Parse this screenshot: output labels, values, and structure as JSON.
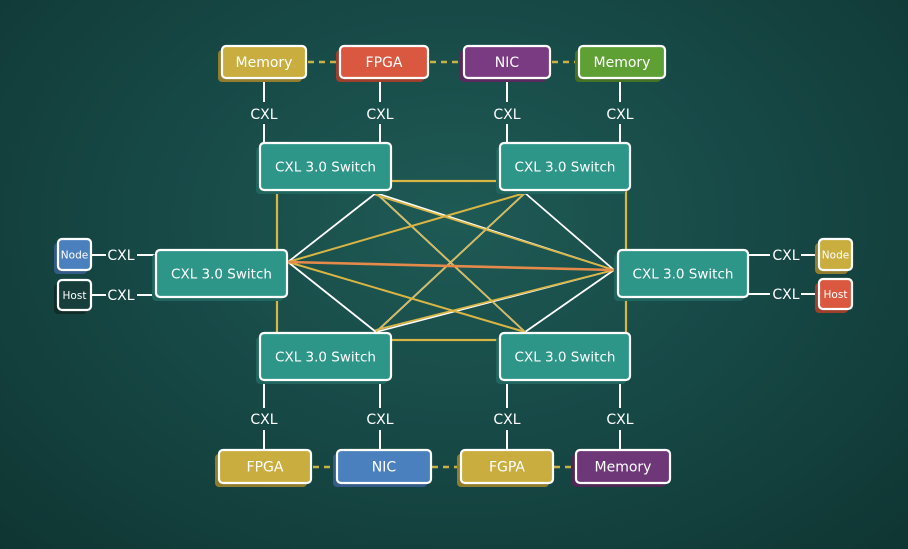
{
  "colors": {
    "switch": "#2e9688",
    "switch_shadow": "#20665e",
    "memory_yellow": "#c9ad3e",
    "fpga_red": "#d9583f",
    "nic_purple": "#7b3b82",
    "memory_green": "#5fa035",
    "nic_blue": "#4a80be",
    "fgpa_yellow": "#c9ad3e",
    "memory_purple": "#6e3778",
    "node_blue": "#4a80be",
    "host_dark": "#173e3b",
    "node_yellow": "#c9ad3e",
    "host_red": "#d9583f",
    "mesh_gold": "#d9b545",
    "mesh_white": "#ffffff",
    "mesh_orange": "#e58a4a",
    "dash_gold": "#c9b245"
  },
  "switches": {
    "top_left": "CXL 3.0 Switch",
    "top_right": "CXL 3.0 Switch",
    "mid_left": "CXL 3.0 Switch",
    "mid_right": "CXL 3.0 Switch",
    "bottom_left": "CXL 3.0 Switch",
    "bottom_right": "CXL 3.0 Switch"
  },
  "top_devices": [
    "Memory",
    "FPGA",
    "NIC",
    "Memory"
  ],
  "bottom_devices": [
    "FPGA",
    "NIC",
    "FGPA",
    "Memory"
  ],
  "left_endpoints": [
    "Node",
    "Host"
  ],
  "right_endpoints": [
    "Node",
    "Host"
  ],
  "link_labels": {
    "top": [
      "CXL",
      "CXL",
      "CXL",
      "CXL"
    ],
    "bottom": [
      "CXL",
      "CXL",
      "CXL",
      "CXL"
    ],
    "left": [
      "CXL",
      "CXL"
    ],
    "right": [
      "CXL",
      "CXL"
    ]
  }
}
